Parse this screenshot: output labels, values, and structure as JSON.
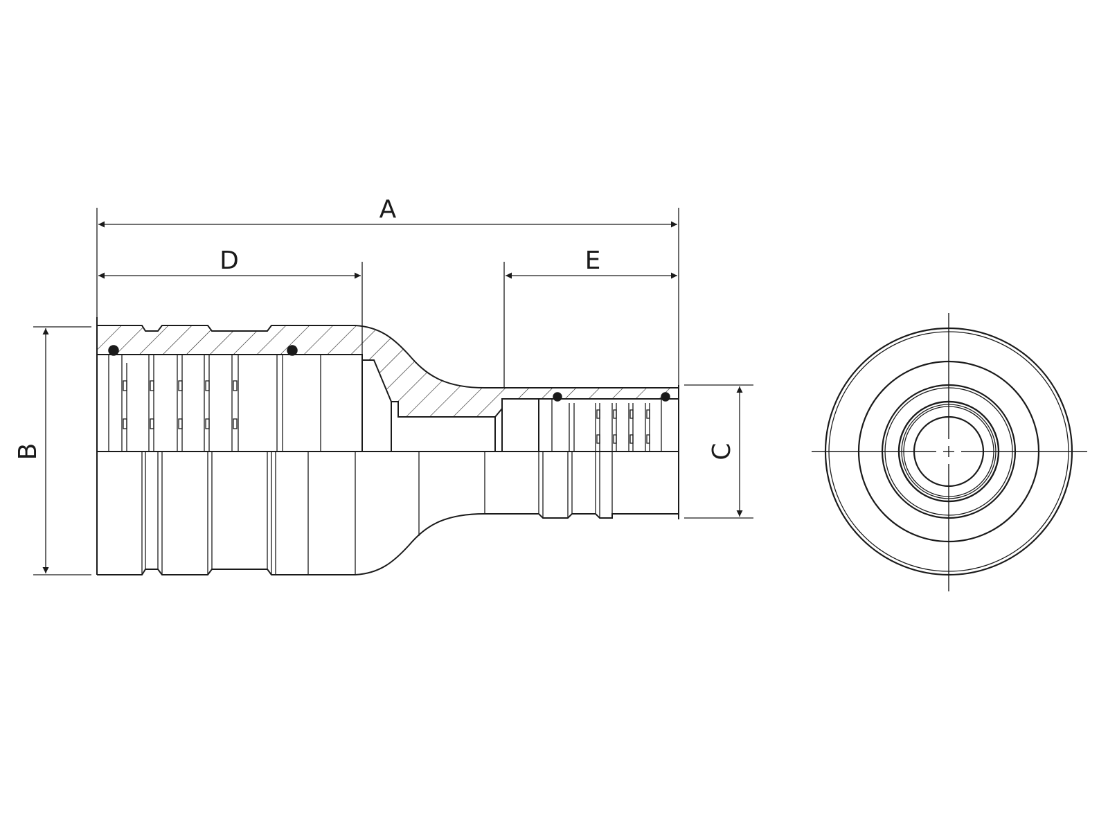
{
  "dimensions": {
    "a": "A",
    "b": "B",
    "c": "C",
    "d": "D",
    "e": "E"
  },
  "colors": {
    "line": "#1a1a1a",
    "background": "#ffffff"
  }
}
